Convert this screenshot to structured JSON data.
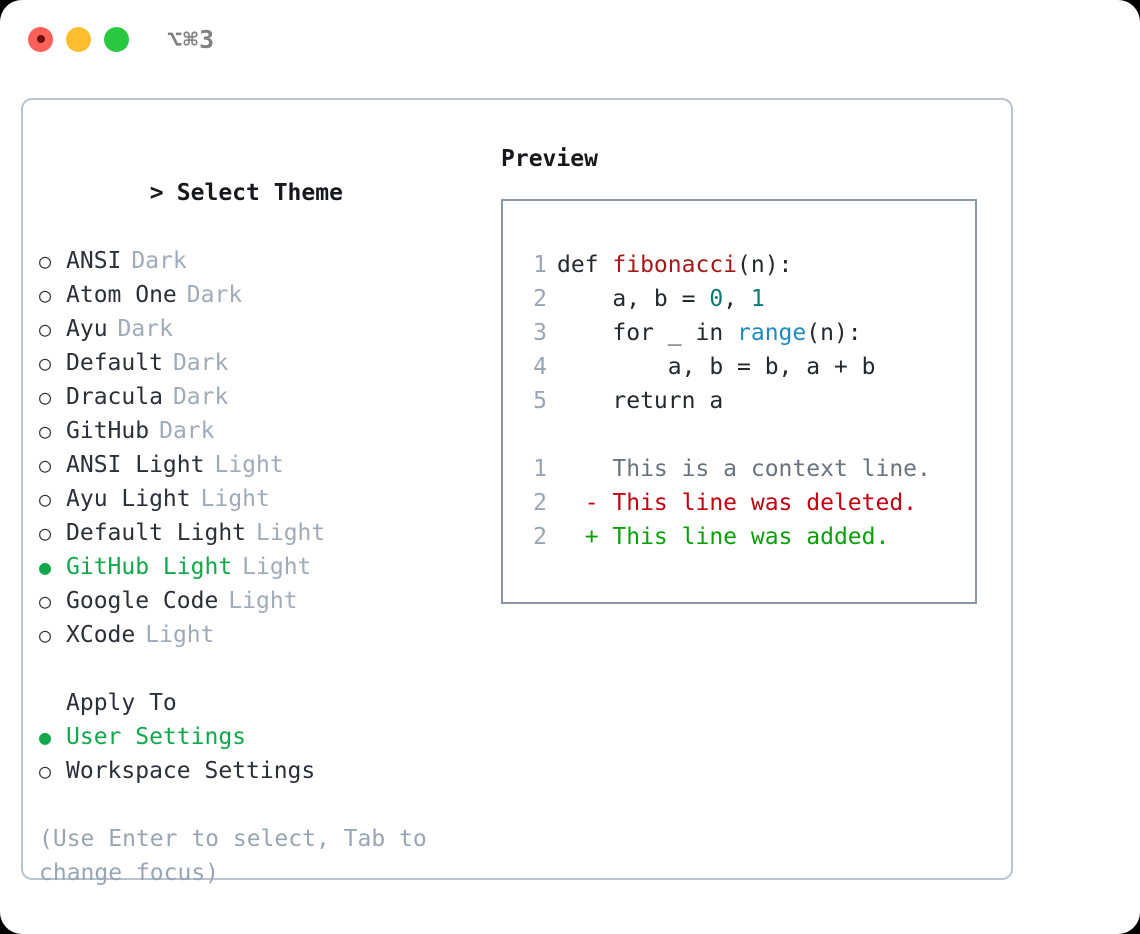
{
  "window": {
    "shortcut": "⌥⌘3",
    "traffic_lights": [
      {
        "name": "close-button",
        "color": "#fb6158"
      },
      {
        "name": "minimize-button",
        "color": "#fdbd2e"
      },
      {
        "name": "maximize-button",
        "color": "#28c93f"
      }
    ]
  },
  "theme_list": {
    "header": "Select Theme",
    "caret": ">",
    "marker_unselected": "○",
    "marker_selected": "●",
    "items": [
      {
        "name": "ANSI",
        "tag": "Dark",
        "selected": false
      },
      {
        "name": "Atom One",
        "tag": "Dark",
        "selected": false
      },
      {
        "name": "Ayu",
        "tag": "Dark",
        "selected": false
      },
      {
        "name": "Default",
        "tag": "Dark",
        "selected": false
      },
      {
        "name": "Dracula",
        "tag": "Dark",
        "selected": false
      },
      {
        "name": "GitHub",
        "tag": "Dark",
        "selected": false
      },
      {
        "name": "ANSI Light",
        "tag": "Light",
        "selected": false
      },
      {
        "name": "Ayu Light",
        "tag": "Light",
        "selected": false
      },
      {
        "name": "Default Light",
        "tag": "Light",
        "selected": false
      },
      {
        "name": "GitHub Light",
        "tag": "Light",
        "selected": true
      },
      {
        "name": "Google Code",
        "tag": "Light",
        "selected": false
      },
      {
        "name": "XCode",
        "tag": "Light",
        "selected": false
      }
    ]
  },
  "apply_to": {
    "header": "Apply To",
    "options": [
      {
        "name": "User Settings",
        "selected": true
      },
      {
        "name": "Workspace Settings",
        "selected": false
      }
    ]
  },
  "hint": "(Use Enter to select, Tab to change focus)",
  "preview": {
    "title": "Preview",
    "code_lines": [
      {
        "no": "1",
        "tokens": [
          {
            "t": "def ",
            "c": "plain"
          },
          {
            "t": "fibonacci",
            "c": "func"
          },
          {
            "t": "(n):",
            "c": "plain"
          }
        ]
      },
      {
        "no": "2",
        "tokens": [
          {
            "t": "    a, b = ",
            "c": "plain"
          },
          {
            "t": "0",
            "c": "num"
          },
          {
            "t": ", ",
            "c": "plain"
          },
          {
            "t": "1",
            "c": "num"
          }
        ]
      },
      {
        "no": "3",
        "tokens": [
          {
            "t": "    for _ in ",
            "c": "plain"
          },
          {
            "t": "range",
            "c": "call"
          },
          {
            "t": "(n):",
            "c": "plain"
          }
        ]
      },
      {
        "no": "4",
        "tokens": [
          {
            "t": "        a, b = b, a + b",
            "c": "plain"
          }
        ]
      },
      {
        "no": "5",
        "tokens": [
          {
            "t": "    return a",
            "c": "plain"
          }
        ]
      }
    ],
    "diff_lines": [
      {
        "no": "1",
        "marker": " ",
        "text": " This is a context line.",
        "kind": "context"
      },
      {
        "no": "2",
        "marker": "-",
        "text": " This line was deleted.",
        "kind": "del"
      },
      {
        "no": "2",
        "marker": "+",
        "text": " This line was added.",
        "kind": "add"
      }
    ]
  },
  "colors": {
    "accent_green": "#11a84b",
    "tag_grey": "#a0aab8",
    "hint_grey": "#9aa5b4",
    "panel_border": "#b9c2ce",
    "codebox_border": "#8b97a8",
    "syntax_function": "#a51919",
    "syntax_number": "#0b7a75",
    "syntax_call": "#1f8ac0",
    "diff_deleted": "#c30010",
    "diff_added": "#0aa009",
    "diff_context": "#6a737d"
  }
}
